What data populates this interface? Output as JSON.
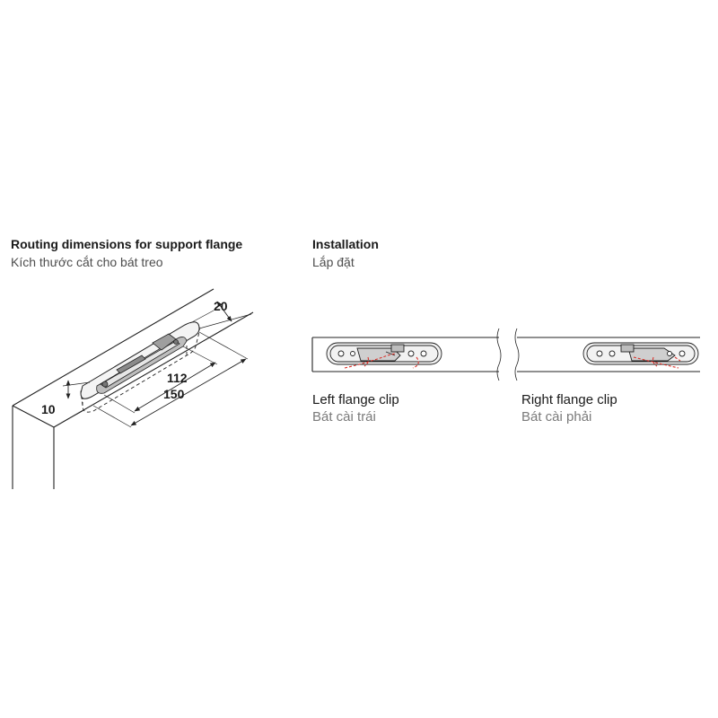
{
  "left_section": {
    "title": "Routing dimensions for support flange",
    "subtitle": "Kích thước cắt cho bát treo",
    "dimensions": {
      "depth": "10",
      "width": "20",
      "inner_length": "112",
      "outer_length": "150"
    }
  },
  "right_section": {
    "title": "Installation",
    "subtitle": "Lắp đặt",
    "left_clip": {
      "label": "Left flange clip",
      "sublabel": "Bát cài trái"
    },
    "right_clip": {
      "label": "Right flange clip",
      "sublabel": "Bát cài phải"
    }
  },
  "colors": {
    "line": "#222222",
    "accent": "#d9322b",
    "fill_light": "#f2f2f2",
    "fill_mid": "#bdbdbd"
  }
}
